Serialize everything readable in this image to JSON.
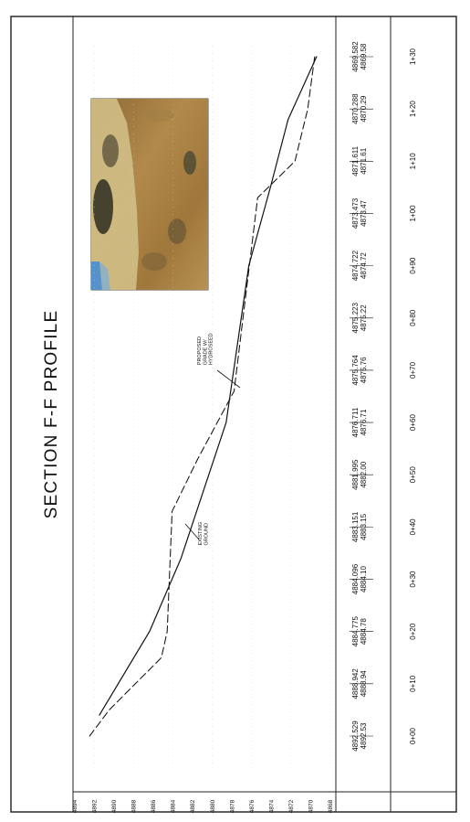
{
  "chart_data": {
    "type": "line",
    "title": "SECTION F-F PROFILE",
    "y_axis": {
      "ticks": [
        4894,
        4892,
        4890,
        4888,
        4886,
        4884,
        4882,
        4880,
        4878,
        4876,
        4874,
        4872,
        4870,
        4868
      ],
      "ylim": [
        4868,
        4894
      ]
    },
    "x_axis": {
      "station_labels": [
        "0+00",
        "0+10",
        "0+20",
        "0+30",
        "0+40",
        "0+50",
        "0+60",
        "0+70",
        "0+80",
        "0+90",
        "1+00",
        "1+10",
        "1+20",
        "1+30"
      ],
      "x": [
        0,
        10,
        20,
        30,
        40,
        50,
        60,
        70,
        80,
        90,
        100,
        110,
        120,
        130
      ],
      "xlim": [
        0,
        135
      ]
    },
    "elevation_rows": [
      {
        "station": "0+00",
        "existing": "4892.529",
        "proposed": "4892.53"
      },
      {
        "station": "0+10",
        "existing": "4888.942",
        "proposed": "4888.94"
      },
      {
        "station": "0+20",
        "existing": "4884.775",
        "proposed": "4884.78"
      },
      {
        "station": "0+30",
        "existing": "4884.096",
        "proposed": "4884.10"
      },
      {
        "station": "0+40",
        "existing": "4883.151",
        "proposed": "4883.15"
      },
      {
        "station": "0+50",
        "existing": "4881.995",
        "proposed": "4882.00"
      },
      {
        "station": "0+60",
        "existing": "4876.711",
        "proposed": "4876.71"
      },
      {
        "station": "0+70",
        "existing": "4875.764",
        "proposed": "4875.76"
      },
      {
        "station": "0+80",
        "existing": "4875.223",
        "proposed": "4875.22"
      },
      {
        "station": "0+90",
        "existing": "4874.722",
        "proposed": "4874.72"
      },
      {
        "station": "1+00",
        "existing": "4873.473",
        "proposed": "4873.47"
      },
      {
        "station": "1+10",
        "existing": "4871.611",
        "proposed": "4871.61"
      },
      {
        "station": "1+20",
        "existing": "4870.288",
        "proposed": "4870.29"
      },
      {
        "station": "1+30",
        "existing": "4869.582",
        "proposed": "4869.58"
      }
    ],
    "series": [
      {
        "name": "EXISTING GROUND",
        "style": "dashed",
        "points": [
          {
            "x": 0,
            "y": 4892.5
          },
          {
            "x": 5,
            "y": 4890.5
          },
          {
            "x": 15,
            "y": 4885.2
          },
          {
            "x": 20,
            "y": 4884.6
          },
          {
            "x": 43,
            "y": 4884.1
          },
          {
            "x": 53,
            "y": 4881.5
          },
          {
            "x": 66,
            "y": 4877.8
          },
          {
            "x": 103,
            "y": 4875.4
          },
          {
            "x": 110,
            "y": 4871.6
          },
          {
            "x": 120,
            "y": 4870.3
          },
          {
            "x": 130,
            "y": 4869.6
          }
        ]
      },
      {
        "name": "PROPOSED GRADE W/ HYDROSEED",
        "style": "solid",
        "points": [
          {
            "x": 4,
            "y": 4891.5
          },
          {
            "x": 20,
            "y": 4886.4
          },
          {
            "x": 34,
            "y": 4883.2
          },
          {
            "x": 60,
            "y": 4878.6
          },
          {
            "x": 90,
            "y": 4876.3
          },
          {
            "x": 105,
            "y": 4874.1
          },
          {
            "x": 118,
            "y": 4872.3
          },
          {
            "x": 130,
            "y": 4869.4
          }
        ]
      }
    ],
    "annotations": [
      {
        "text_lines": [
          "PROPOSED",
          "GRADE W/",
          "HYDROSEED"
        ],
        "x": 71,
        "y": 4879.5
      },
      {
        "text_lines": [
          "EXISTING",
          "GROUND"
        ],
        "x": 37,
        "y": 4879.5
      }
    ]
  },
  "style": {
    "line_color": "#111111",
    "photo_colors": [
      "#b8955b",
      "#d4c08a",
      "#4c4a34",
      "#6aa2d6",
      "#8e6d3e"
    ]
  }
}
